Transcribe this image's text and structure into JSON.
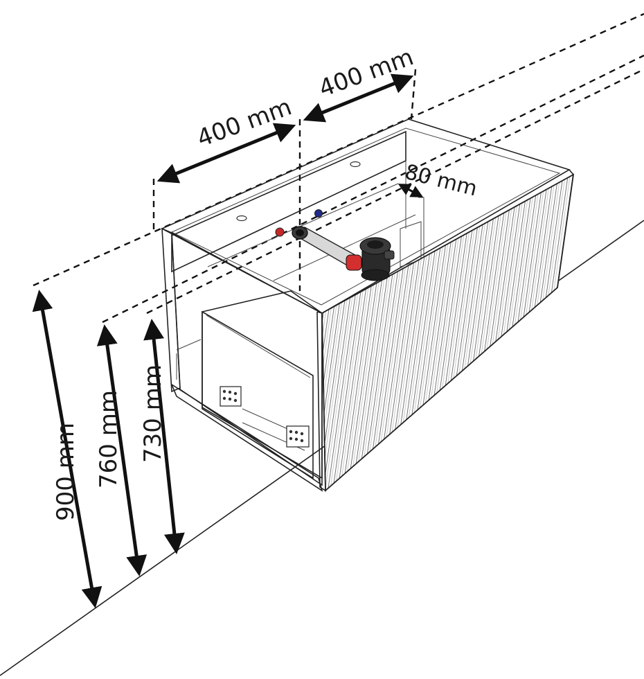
{
  "dimensions": {
    "width_left": "400 mm",
    "width_right": "400 mm",
    "depth_offset": "80 mm",
    "height_900": "900 mm",
    "height_760": "760 mm",
    "height_730": "730 mm"
  },
  "colors": {
    "hot_water": "#c62828",
    "cold_water": "#1f2a8a",
    "siphon_body": "#2a2a2a",
    "siphon_accent": "#d32f2f"
  }
}
